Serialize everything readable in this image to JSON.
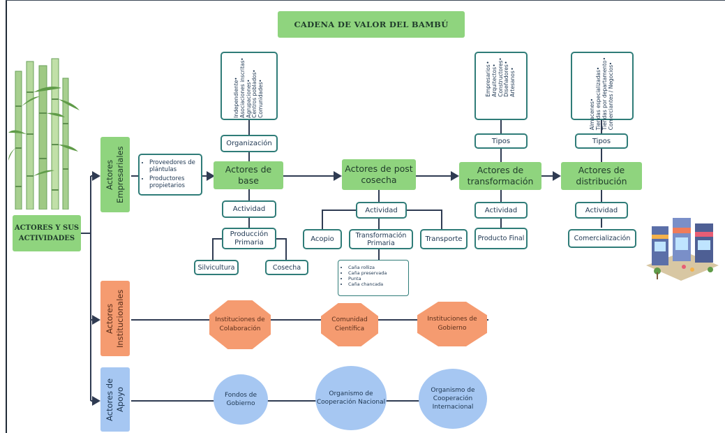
{
  "title": "CADENA DE VALOR DEL BAMBÚ",
  "main_node": "Actores y sus actividades",
  "categories": {
    "empresariales": "Actores Empresariales",
    "institucionales": "Actores Institucionales",
    "apoyo": "Actores de Apoyo"
  },
  "proveedores": [
    "Proveedores de plántulas",
    "Productores propietarios"
  ],
  "base": {
    "label": "Actores de base",
    "organizacion": "Organización",
    "org_list": [
      "Independiente",
      "Asociaciones inscritas",
      "Agrupaciones",
      "Centros poblados",
      "Comunidades"
    ],
    "actividad": "Actividad",
    "produccion": "Producción Primaria",
    "silvicultura": "Silvicultura",
    "cosecha": "Cosecha"
  },
  "post": {
    "label": "Actores de post cosecha",
    "actividad": "Actividad",
    "acopio": "Acopio",
    "transformacion": "Transformación Primaria",
    "transporte": "Transporte",
    "trans_list": [
      "Caña rolliza",
      "Caña preservada",
      "Punta",
      "Caña chancada"
    ]
  },
  "transf": {
    "label": "Actores de transformación",
    "tipos": "Tipos",
    "tipos_list": [
      "Empresarios",
      "Arquitectos",
      "Constructores",
      "Diseñadores",
      "Artesanos"
    ],
    "actividad": "Actividad",
    "producto": "Producto Final"
  },
  "dist": {
    "label": "Actores de distribución",
    "tipos": "Tipos",
    "tipos_list": [
      "Almacenes",
      "Tiendas especializadas",
      "Tiendas por departamento",
      "Comerciantes / Negocios"
    ],
    "actividad": "Actividad",
    "comercializacion": "Comercialización"
  },
  "institucionales": [
    "Instituciones de Colaboración",
    "Comunidad Científica",
    "Instituciones de Gobierno"
  ],
  "apoyo": [
    "Fondos de Gobierno",
    "Organismo de Cooperación Nacional",
    "Organismo de Cooperación Internacional"
  ],
  "colors": {
    "green": "#8fd47e",
    "orange": "#f59b70",
    "blue": "#a6c7f2",
    "teal_border": "#2f7c78",
    "line": "#2f3b52"
  }
}
